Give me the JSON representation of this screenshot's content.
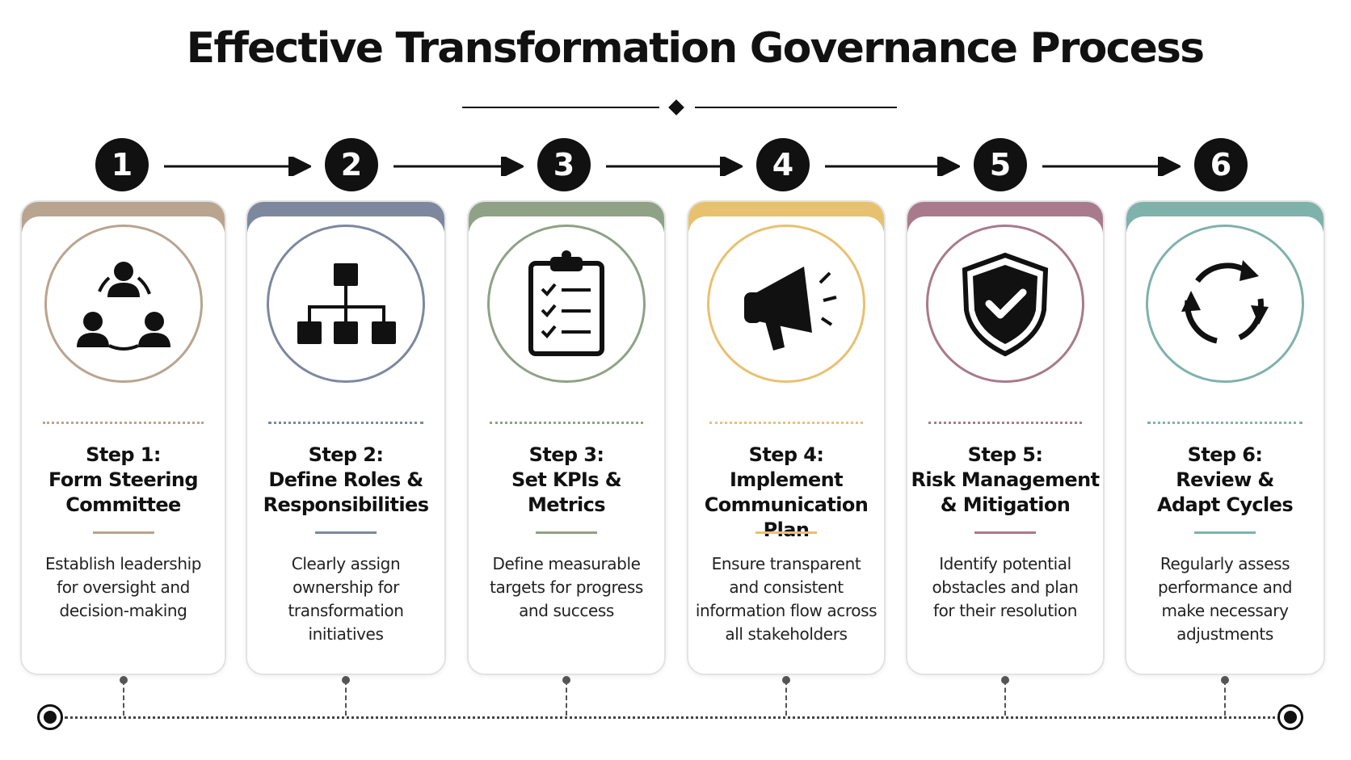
{
  "title": "Effective Transformation Governance Process",
  "steps": [
    {
      "number": "1",
      "label": "Step 1:",
      "name_lines": [
        "Form Steering",
        "Committee"
      ],
      "description_lines": [
        "Establish leadership",
        "for oversight and",
        "decision-making"
      ],
      "icon": "team-circle-icon",
      "color": "#b9a48f"
    },
    {
      "number": "2",
      "label": "Step 2:",
      "name_lines": [
        "Define Roles &",
        "Responsibilities"
      ],
      "description_lines": [
        "Clearly assign",
        "ownership for",
        "transformation",
        "initiatives"
      ],
      "icon": "org-chart-icon",
      "color": "#7d889f"
    },
    {
      "number": "3",
      "label": "Step 3:",
      "name_lines": [
        "Set KPIs &",
        "Metrics"
      ],
      "description_lines": [
        "Define measurable",
        "targets for progress",
        "and success"
      ],
      "icon": "clipboard-checklist-icon",
      "color": "#8fa285"
    },
    {
      "number": "4",
      "label": "Step 4:",
      "name_lines": [
        "Implement",
        "Communication Plan"
      ],
      "description_lines": [
        "Ensure transparent",
        "and consistent",
        "information flow across",
        "all stakeholders"
      ],
      "icon": "megaphone-icon",
      "color": "#e8c170"
    },
    {
      "number": "5",
      "label": "Step 5:",
      "name_lines": [
        "Risk Management",
        "& Mitigation"
      ],
      "description_lines": [
        "Identify potential",
        "obstacles and plan",
        "for their resolution"
      ],
      "icon": "shield-check-icon",
      "color": "#a87a8c"
    },
    {
      "number": "6",
      "label": "Step 6:",
      "name_lines": [
        "Review &",
        "Adapt Cycles"
      ],
      "description_lines": [
        "Regularly assess",
        "performance and",
        "make necessary",
        "adjustments"
      ],
      "icon": "cycle-arrows-icon",
      "color": "#7fb2ab"
    }
  ]
}
